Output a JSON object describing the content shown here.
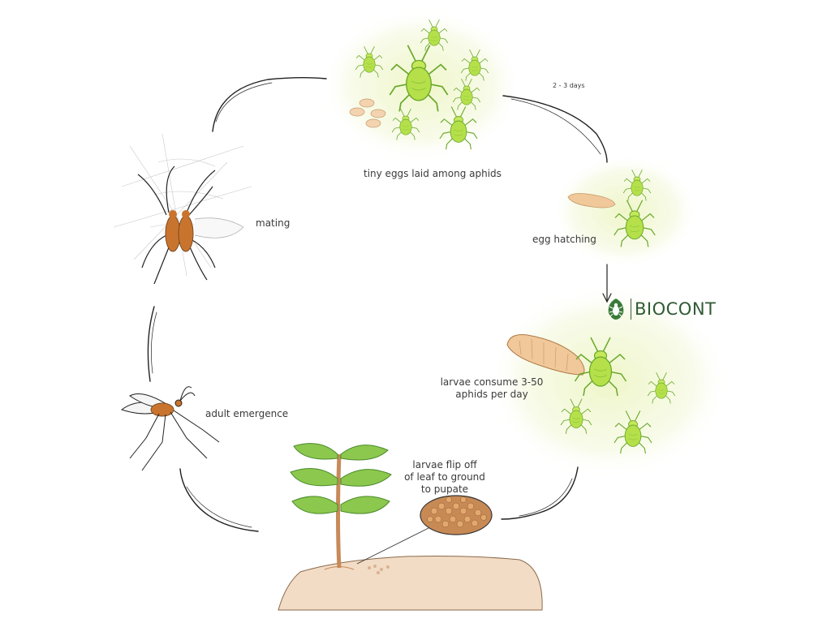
{
  "stages": {
    "eggs": "tiny eggs laid among aphids",
    "duration": "2 - 3 days",
    "hatching": "egg hatching",
    "larvae_1": "larvae consume 3-50",
    "larvae_2": "aphids per day",
    "pupate_1": "larvae flip off",
    "pupate_2": "of leaf to ground",
    "pupate_3": "to pupate",
    "adult": "adult emergence",
    "mating": "mating"
  },
  "brand": {
    "name": "BIOCONT",
    "color": "#2f5a34",
    "icon": "leaf-bug-icon"
  },
  "colors": {
    "aphid": "#b5e04a",
    "aphid_outline": "#6aa82a",
    "larva": "#f0c89a",
    "leaf": "#7fbf4a",
    "soil": "#f2dcc6",
    "glow": "#f3f8d8",
    "arrow": "#222222"
  }
}
